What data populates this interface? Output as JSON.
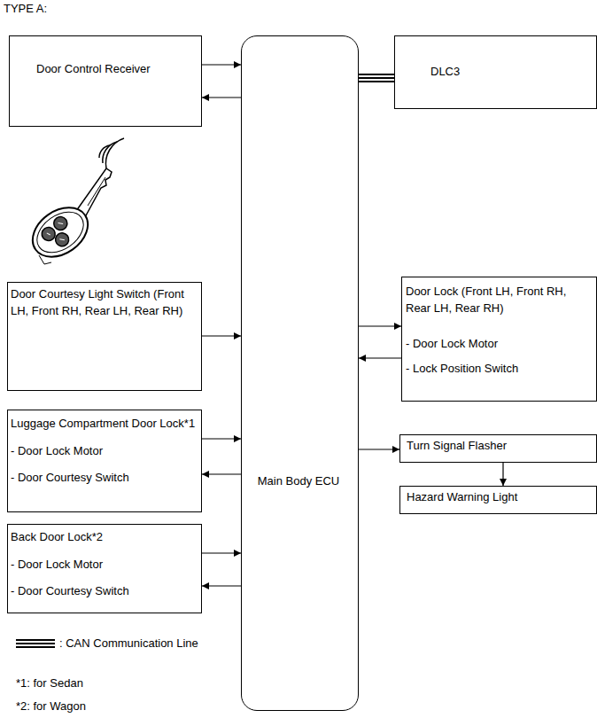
{
  "diagram": {
    "nodes": [
      {
        "text": [
          "Door Control Receiver"
        ]
      },
      {
        "text": [
          "Main Body ECU"
        ]
      },
      {
        "text": [
          "DLC3"
        ]
      },
      {
        "text": [
          "Door Courtesy Light Switch (Front LH, Front RH, Rear LH, Rear RH)"
        ]
      },
      {
        "text": [
          "Door Lock (Front LH, Front RH, Rear LH, Rear RH)",
          "- Door Lock Motor",
          "- Lock Position Switch"
        ]
      },
      {
        "text": [
          "Luggage Compartment Door Lock*1",
          "- Door Lock Motor",
          "- Door Courtesy Switch"
        ]
      },
      {
        "text": [
          "Turn Signal Flasher"
        ]
      },
      {
        "text": [
          "Hazard Warning Light"
        ]
      },
      {
        "text": [
          "Back Door Lock*2",
          "- Door Lock Motor",
          "- Door Courtesy Switch"
        ]
      }
    ],
    "edges": [
      {
        "from": 0,
        "to": 1,
        "arrow": "to"
      },
      {
        "from": 1,
        "to": 0,
        "arrow": "to"
      },
      {
        "from": 1,
        "to": 2,
        "arrow": "none"
      },
      {
        "from": 3,
        "to": 1,
        "arrow": "to"
      },
      {
        "from": 1,
        "to": 4,
        "arrow": "to"
      },
      {
        "from": 4,
        "to": 1,
        "arrow": "to"
      },
      {
        "from": 5,
        "to": 1,
        "arrow": "to"
      },
      {
        "from": 1,
        "to": 5,
        "arrow": "to"
      },
      {
        "from": 1,
        "to": 6,
        "arrow": "to"
      },
      {
        "from": 6,
        "to": 7,
        "arrow": "to"
      },
      {
        "from": 8,
        "to": 1,
        "arrow": "to"
      },
      {
        "from": 1,
        "to": 8,
        "arrow": "to"
      }
    ],
    "labels": [
      "TYPE A:",
      "*1: for Sedan",
      "*2: for Wagon"
    ],
    "legend": [
      {
        "text": ": CAN Communication Line"
      }
    ]
  }
}
